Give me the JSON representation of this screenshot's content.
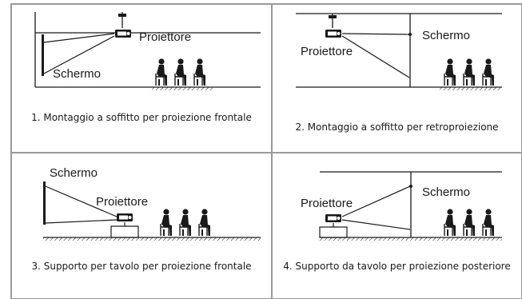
{
  "panels": [
    {
      "screen_label": "Schermo",
      "projector_label": "Proiettore",
      "caption": "1. Montaggio a soffitto per proiezione frontale"
    },
    {
      "screen_label": "Schermo",
      "projector_label": "Proiettore",
      "caption": "2. Montaggio a soffitto per retroproiezione"
    },
    {
      "screen_label": "Schermo",
      "projector_label": "Proiettore",
      "caption": "3. Supporto per tavolo per proiezione frontale"
    },
    {
      "screen_label": "Schermo",
      "projector_label": "Proiettore",
      "caption": "4. Supporto da tavolo per proiezione posteriore"
    }
  ],
  "colors": {
    "border": "#9a9a9a",
    "ink": "#1a1a1a",
    "background": "#ffffff"
  }
}
